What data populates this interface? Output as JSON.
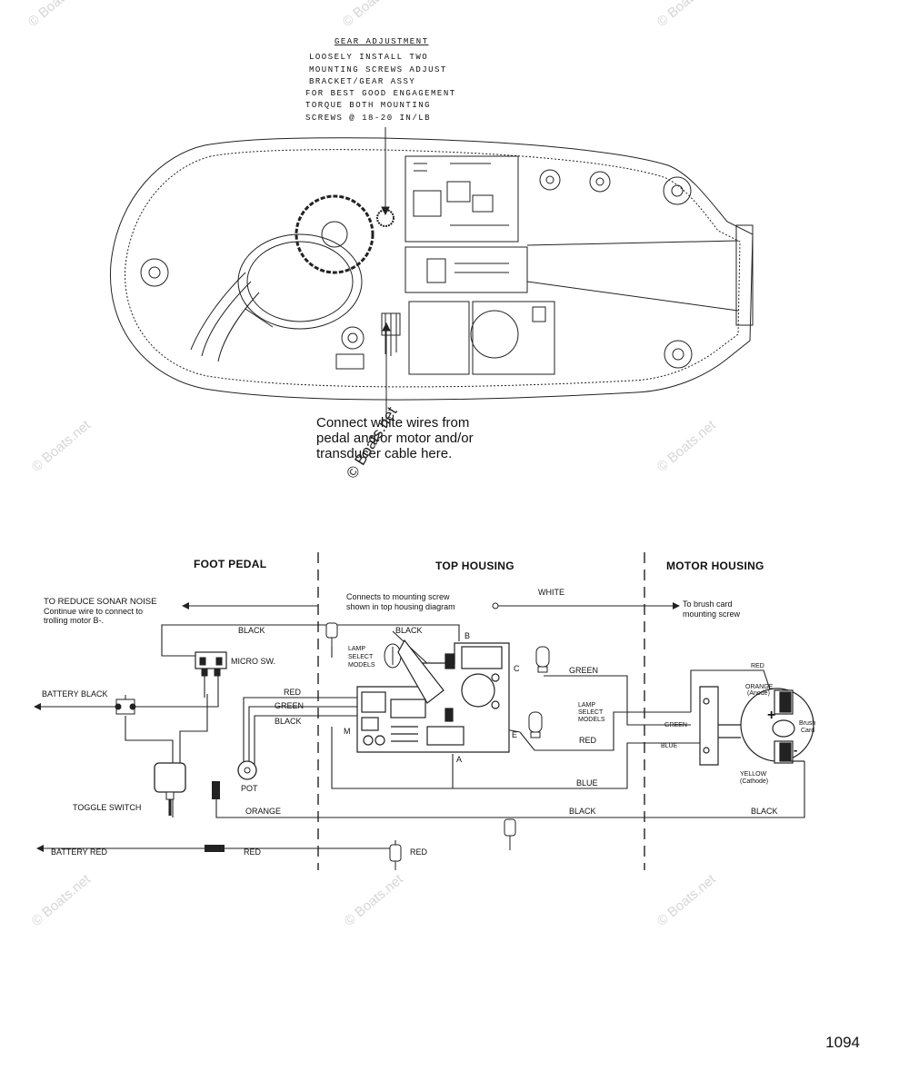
{
  "gear_note": {
    "title": "GEAR ADJUSTMENT",
    "lines": [
      "LOOSELY INSTALL TWO",
      "MOUNTING SCREWS ADJUST",
      "BRACKET/GEAR ASSY",
      "FOR BEST GOOD ENGAGEMENT",
      "TORQUE BOTH MOUNTING",
      "SCREWS @ 18-20 IN/LB"
    ]
  },
  "callout": {
    "lines": [
      "Connect white wires from",
      "pedal and/or motor and/or",
      "transducer cable here."
    ]
  },
  "watermark": {
    "text": "© Boats.net"
  },
  "sections": {
    "foot_pedal": "FOOT PEDAL",
    "top_housing": "TOP HOUSING",
    "motor_housing": "MOTOR HOUSING"
  },
  "notes": {
    "sonar_1": "TO REDUCE SONAR NOISE",
    "sonar_2": "Continue wire to connect to",
    "sonar_3": "trolling motor B-.",
    "mount_1": "Connects to mounting screw",
    "mount_2": "shown in top housing diagram",
    "brush_1": "To brush card",
    "brush_2": "mounting screw"
  },
  "components": {
    "micro_sw": "MICRO SW.",
    "pot": "POT",
    "toggle": "TOGGLE SWITCH",
    "lamp_1a": "LAMP",
    "lamp_1b": "SELECT",
    "lamp_1c": "MODELS",
    "lamp_2a": "LAMP",
    "lamp_2b": "SELECT",
    "lamp_2c": "MODELS",
    "battery_black": "BATTERY BLACK",
    "battery_red": "BATTERY RED",
    "orange_anode_1": "ORANGE",
    "orange_anode_2": "(Anode)",
    "yellow_cathode_1": "YELLOW",
    "yellow_cathode_2": "(Cathode)",
    "brush_card_1": "Brush",
    "brush_card_2": "Card",
    "plus": "+",
    "minus": "-"
  },
  "terminals": {
    "b": "B",
    "c": "C",
    "e": "E",
    "m": "M",
    "a": "A"
  },
  "wires": {
    "white": "WHITE",
    "black_top": "BLACK",
    "black_board": "BLACK",
    "red_left": "RED",
    "green_left": "GREEN",
    "black_left": "BLACK",
    "green_right": "GREEN",
    "red_right": "RED",
    "red_motor": "RED",
    "green_motor": "GREEN",
    "blue_motor": "BLUE",
    "blue_bottom": "BLUE",
    "orange_bottom": "ORANGE",
    "black_bottom": "BLACK",
    "black_right": "BLACK",
    "red_bottom": "RED",
    "red_bottom2": "RED"
  },
  "page_number": "1094"
}
